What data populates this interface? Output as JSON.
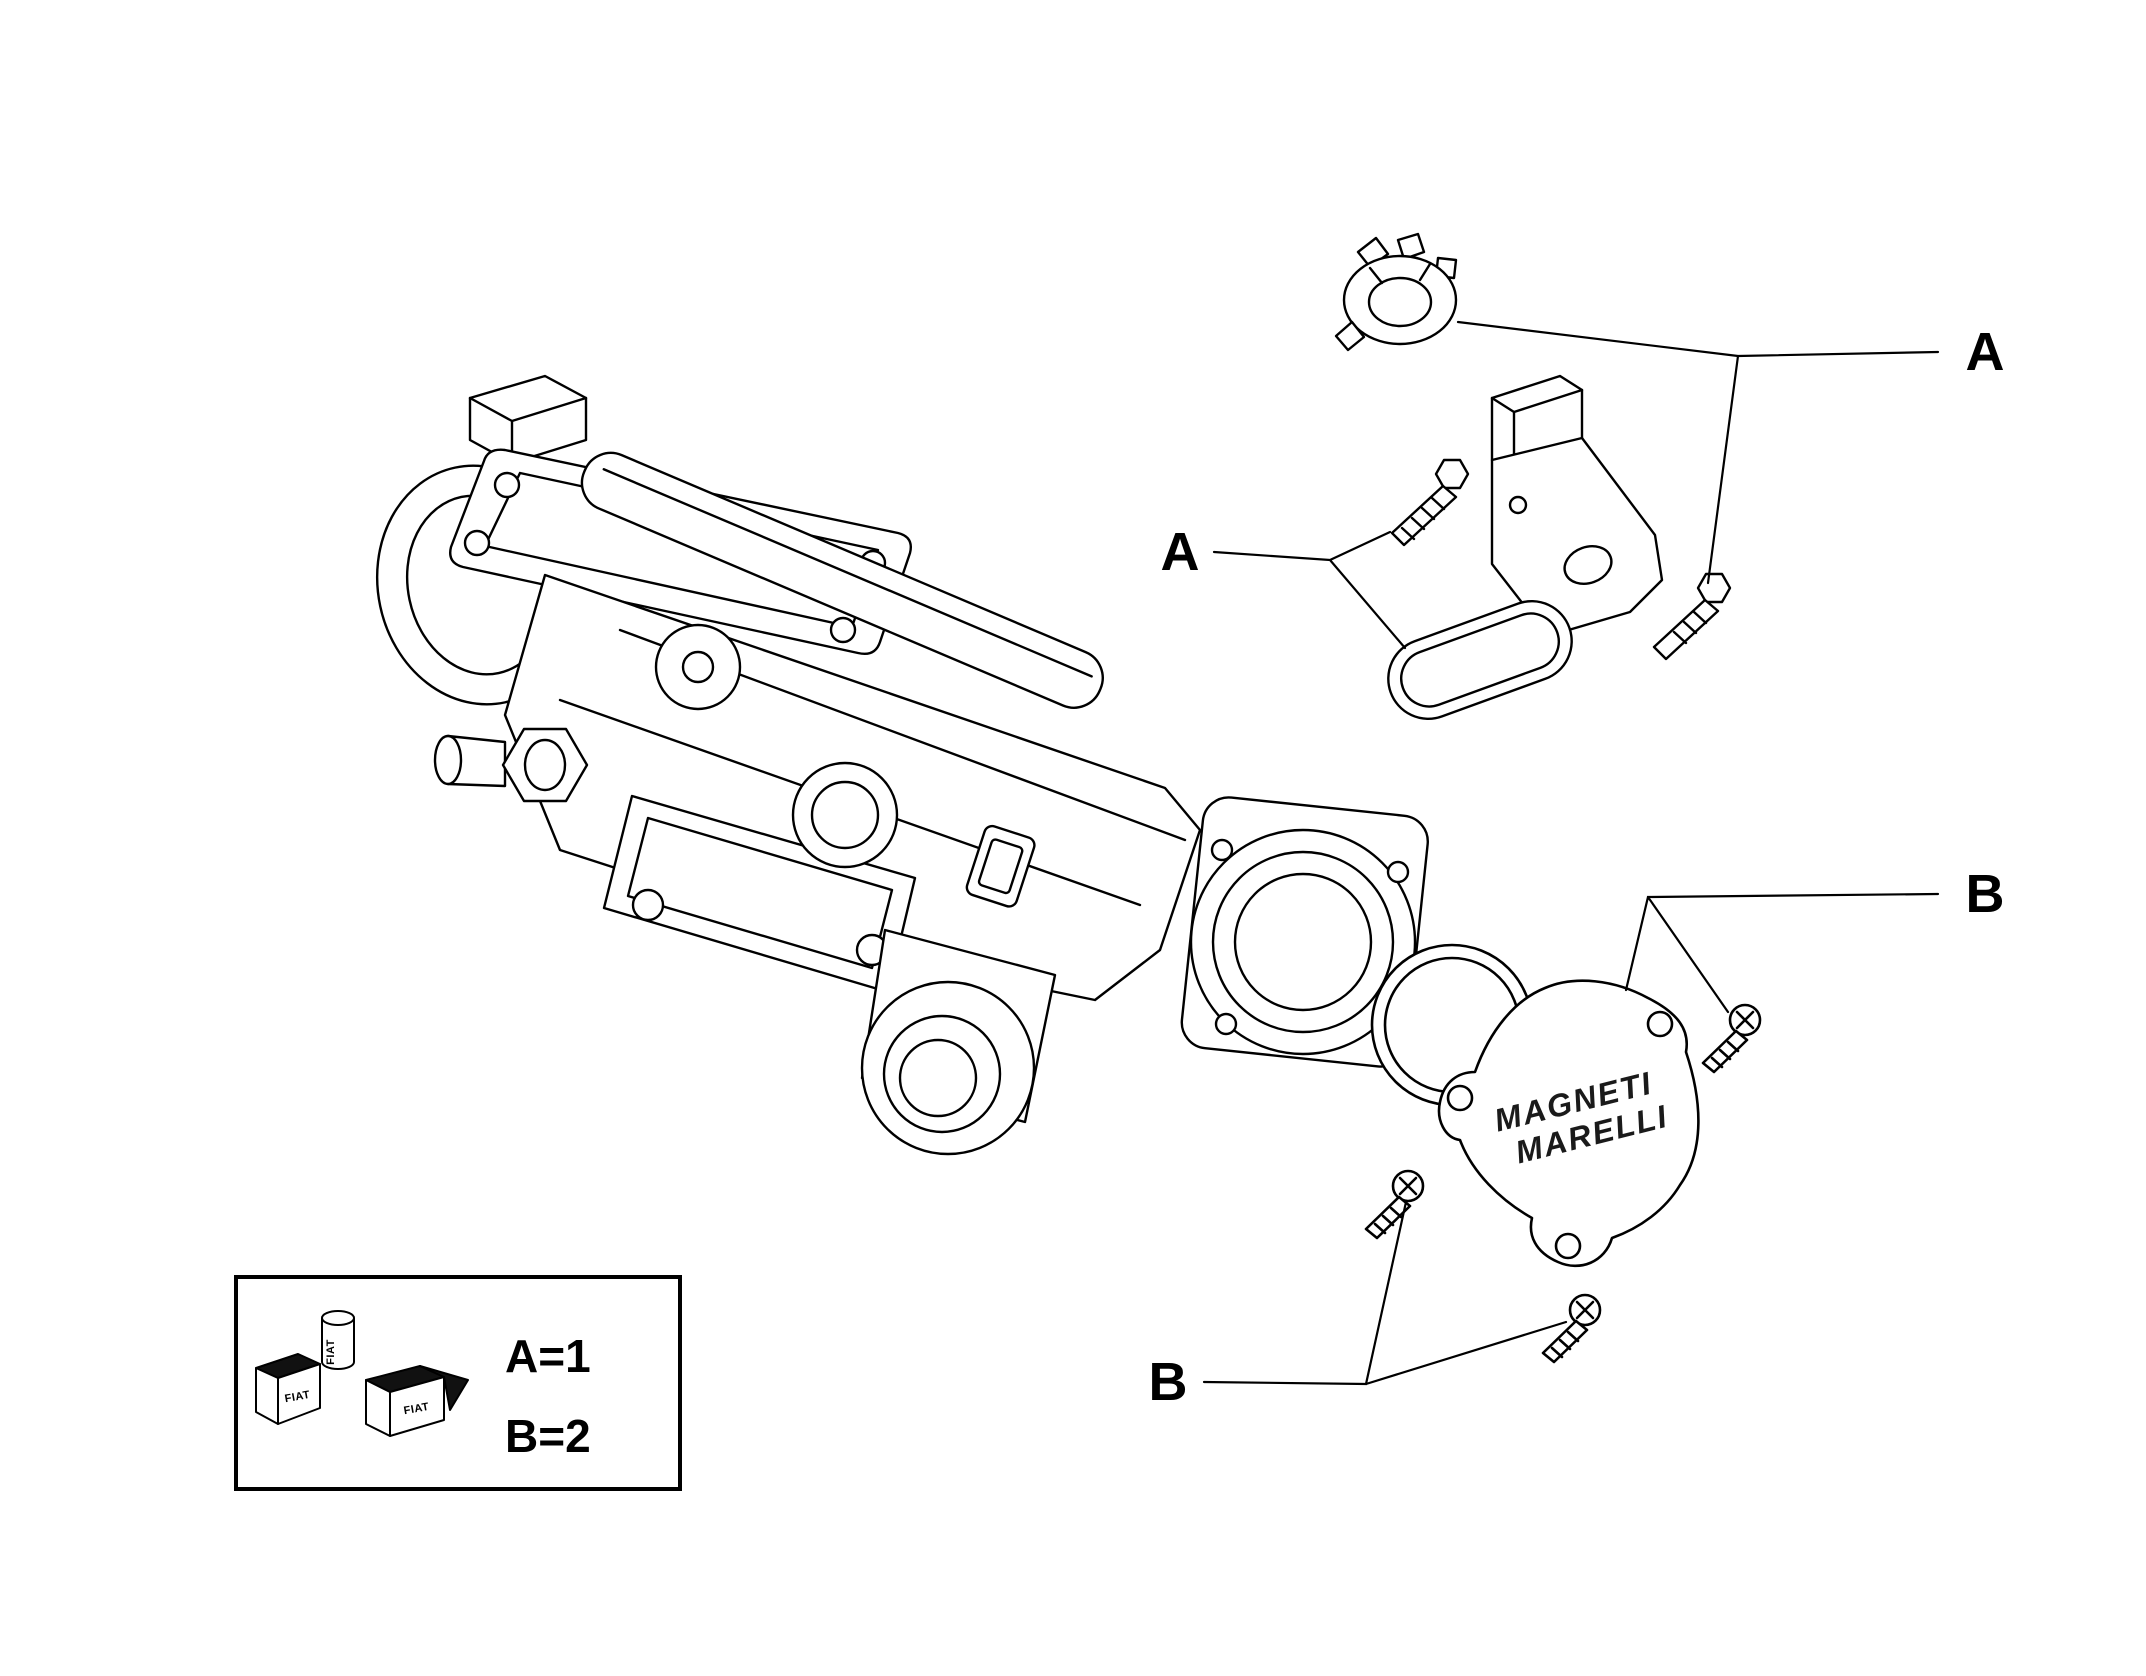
{
  "page": {
    "background": "#ffffff",
    "line_color": "#000000"
  },
  "callouts": {
    "a_right": "A",
    "a_left": "A",
    "b_right": "B",
    "b_bottom": "B"
  },
  "cover_plate": {
    "brand_line1": "MAGNETI",
    "brand_line2": "MARELLI"
  },
  "legend": {
    "row_a": "A=1",
    "row_b": "B=2",
    "logo_text": "FIAT"
  }
}
